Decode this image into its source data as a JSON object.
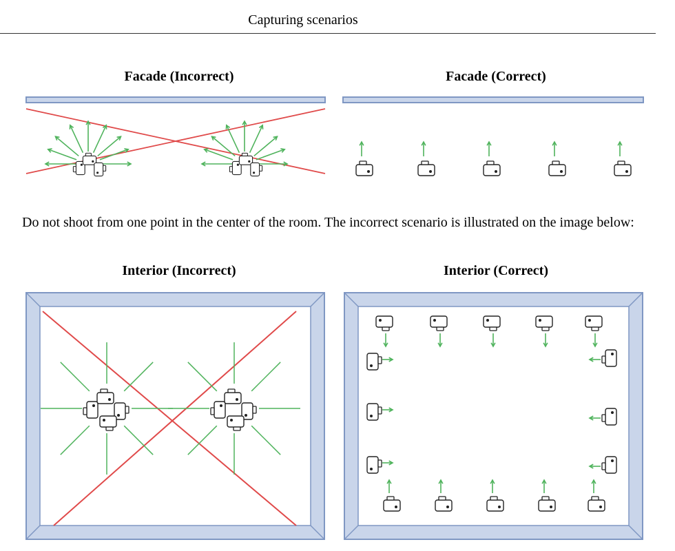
{
  "header": {
    "title": "Capturing scenarios"
  },
  "figures": {
    "facade_incorrect": {
      "title": "Facade (Incorrect)"
    },
    "facade_correct": {
      "title": "Facade (Correct)"
    },
    "interior_incorrect": {
      "title": "Interior (Incorrect)"
    },
    "interior_correct": {
      "title": "Interior (Correct)"
    }
  },
  "body": {
    "paragraph": "Do not shoot from one point in the center of the room. The incorrect scenario is illustrated on the image below:"
  },
  "colors": {
    "wall": "#7f97c3",
    "wall_fill": "#c9d5ea",
    "arrow_green": "#4fb35c",
    "cross_red": "#e04a4a",
    "camera": "#222222"
  }
}
